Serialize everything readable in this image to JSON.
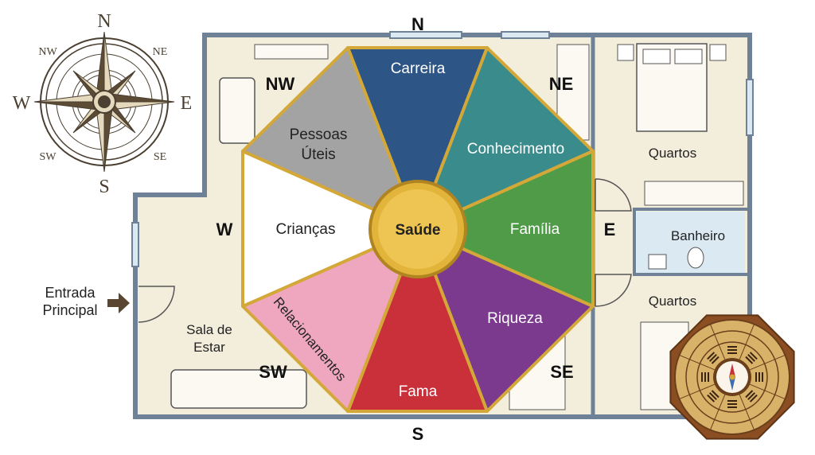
{
  "compass_rose": {
    "n": "N",
    "ne": "NE",
    "e": "E",
    "se": "SE",
    "s": "S",
    "sw": "SW",
    "w": "W",
    "nw": "NW"
  },
  "plan_directions": {
    "n": "N",
    "ne": "NE",
    "e": "E",
    "se": "SE",
    "s": "S",
    "sw": "SW",
    "w": "W",
    "nw": "NW"
  },
  "entrance": {
    "line1": "Entrada",
    "line2": "Principal"
  },
  "rooms": {
    "living_line1": "Sala de",
    "living_line2": "Estar",
    "bedroom_top": "Quartos",
    "bathroom": "Banheiro",
    "bedroom_bottom": "Quartos"
  },
  "bagua": {
    "center": "Saúde",
    "sectors": [
      {
        "label": "Carreira",
        "color": "#2d5585"
      },
      {
        "label": "Conhecimento",
        "color": "#3a8c8c"
      },
      {
        "label": "Família",
        "color": "#4f9b47"
      },
      {
        "label": "Riqueza",
        "color": "#7b3a8e"
      },
      {
        "label": "Fama",
        "color": "#c9303a"
      },
      {
        "label": "Relacionamentos",
        "color": "#eea7bf"
      },
      {
        "label": "Crianças",
        "color": "#ffffff"
      },
      {
        "label": "Pessoas",
        "label2": "Úteis",
        "color": "#a3a3a3"
      }
    ],
    "border_color": "#d4a838"
  },
  "colors": {
    "wall": "#6f8196",
    "floor": "#f3eedc",
    "bath": "#dbe9f2",
    "compass": "#4a3f30"
  }
}
